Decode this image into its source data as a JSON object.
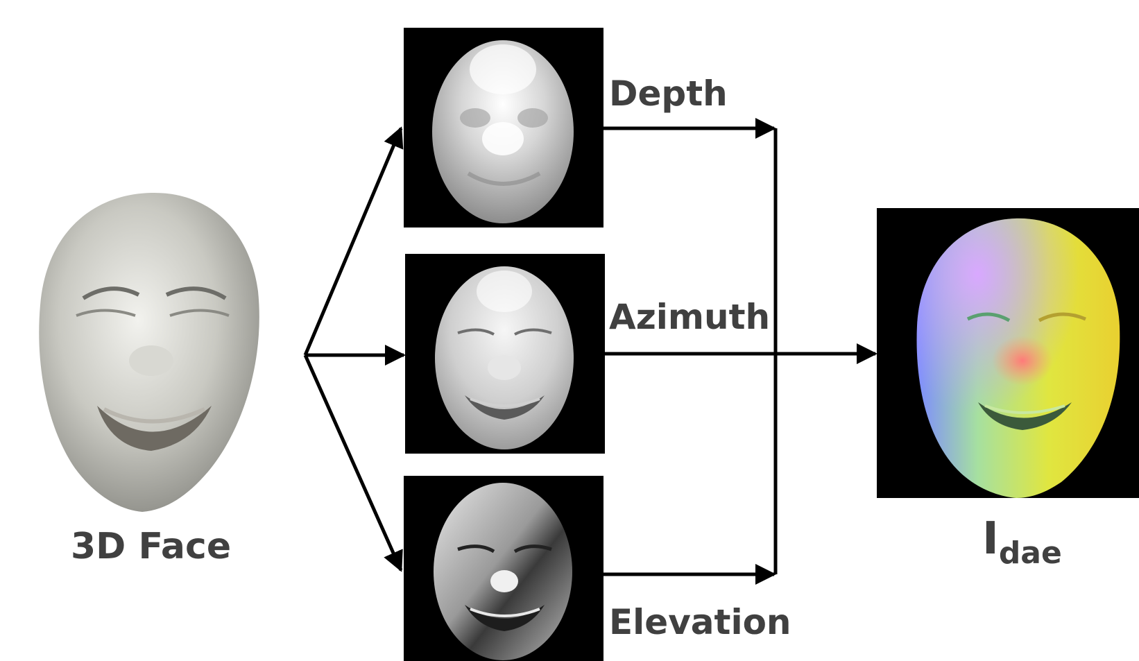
{
  "input_label": "3D Face",
  "channels": [
    {
      "label": "Depth"
    },
    {
      "label": "Azimuth"
    },
    {
      "label": "Elevation"
    }
  ],
  "output_label": {
    "main": "I",
    "subscript": "dae"
  }
}
